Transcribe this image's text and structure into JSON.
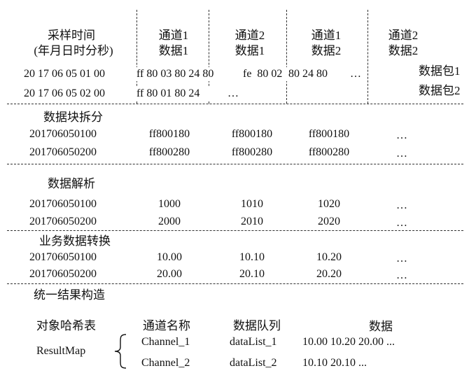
{
  "sampling": {
    "header_line1": "采样时间",
    "header_line2": "(年月日时分秒)",
    "columns": [
      {
        "line1": "通道1",
        "line2": "数据1"
      },
      {
        "line1": "通道2",
        "line2": "数据1"
      },
      {
        "line1": "通道1",
        "line2": "数据2"
      },
      {
        "line1": "通道2",
        "line2": "数据2"
      }
    ],
    "packets": [
      {
        "time": "20 17 06 05 01 00",
        "seg1": "ff 80 03 80 24 80",
        "seg2": "fe  80 02",
        "seg3": "80 24 80",
        "ellipsis": "…",
        "label": "数据包1"
      },
      {
        "time": "20 17 06 05 02 00",
        "seg1": "ff 80 01 80 24",
        "seg2": "…",
        "label": "数据包2"
      }
    ]
  },
  "block_split": {
    "title": "数据块拆分",
    "rows": [
      {
        "time": "201706050100",
        "values": [
          "ff800180",
          "ff800180",
          "ff800180"
        ],
        "ellipsis": "…"
      },
      {
        "time": "201706050200",
        "values": [
          "ff800280",
          "ff800280",
          "ff800280"
        ],
        "ellipsis": "…"
      }
    ]
  },
  "parsing": {
    "title": "数据解析",
    "rows": [
      {
        "time": "201706050100",
        "values": [
          "1000",
          "1010",
          "1020"
        ],
        "ellipsis": "…"
      },
      {
        "time": "201706050200",
        "values": [
          "2000",
          "2010",
          "2020"
        ],
        "ellipsis": "…"
      }
    ]
  },
  "conversion": {
    "title": "业务数据转换",
    "rows": [
      {
        "time": "201706050100",
        "values": [
          "10.00",
          "10.10",
          "10.20"
        ],
        "ellipsis": "…"
      },
      {
        "time": "201706050200",
        "values": [
          "20.00",
          "20.10",
          "20.20"
        ],
        "ellipsis": "…"
      }
    ]
  },
  "result": {
    "title": "统一结果构造",
    "object_label": "对象哈希表",
    "col_channel": "通道名称",
    "col_queue": "数据队列",
    "col_data": "数据",
    "map_name": "ResultMap",
    "entries": [
      {
        "channel": "Channel_1",
        "queue": "dataList_1",
        "data": "10.00 10.20 20.00 ..."
      },
      {
        "channel": "Channel_2",
        "queue": "dataList_2",
        "data": "10.10 20.10 ..."
      }
    ]
  }
}
